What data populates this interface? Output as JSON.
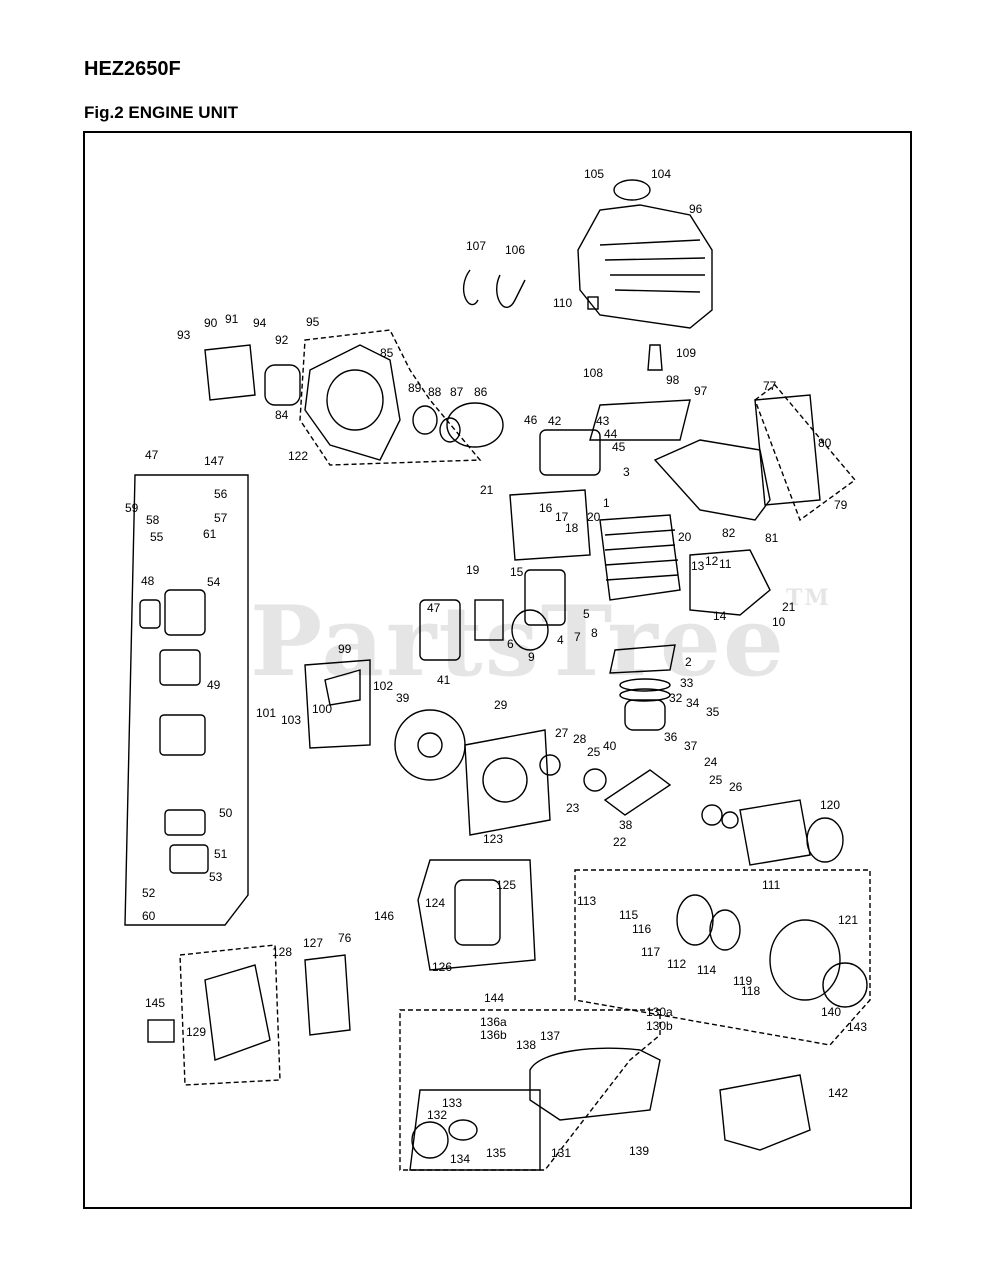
{
  "header": {
    "model": "HEZ2650F",
    "figure_title": "Fig.2 ENGINE UNIT"
  },
  "watermark": {
    "text": "PartsTree",
    "mark": "TM"
  },
  "callouts": [
    "105",
    "104",
    "96",
    "107",
    "106",
    "110",
    "93",
    "90",
    "91",
    "94",
    "92",
    "95",
    "85",
    "109",
    "84",
    "89",
    "88",
    "87",
    "86",
    "108",
    "98",
    "97",
    "77",
    "46",
    "42",
    "43",
    "44",
    "45",
    "80",
    "122",
    "47",
    "147",
    "59",
    "56",
    "58",
    "57",
    "55",
    "61",
    "54",
    "48",
    "49",
    "50",
    "51",
    "53",
    "52",
    "60",
    "21",
    "3",
    "16",
    "17",
    "18",
    "1",
    "20",
    "19",
    "15",
    "13",
    "12",
    "11",
    "20",
    "79",
    "82",
    "81",
    "14",
    "10",
    "21",
    "4",
    "7",
    "8",
    "5",
    "2",
    "6",
    "9",
    "47",
    "99",
    "33",
    "32",
    "34",
    "35",
    "101",
    "103",
    "100",
    "102",
    "39",
    "41",
    "29",
    "27",
    "28",
    "25",
    "40",
    "36",
    "37",
    "24",
    "25",
    "26",
    "120",
    "23",
    "38",
    "22",
    "123",
    "125",
    "124",
    "126",
    "111",
    "113",
    "115",
    "116",
    "117",
    "112",
    "114",
    "119",
    "118",
    "121",
    "140",
    "143",
    "146",
    "127",
    "76",
    "128",
    "144",
    "130a",
    "130b",
    "145",
    "129",
    "136a",
    "136b",
    "137",
    "138",
    "133",
    "132",
    "134",
    "135",
    "131",
    "139",
    "142"
  ]
}
